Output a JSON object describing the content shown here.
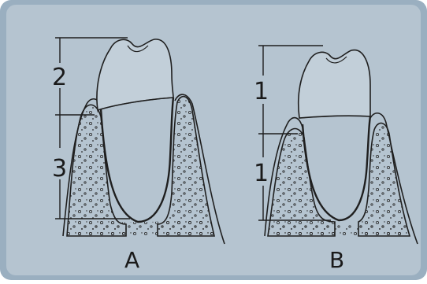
{
  "colors": {
    "outer_background": "#9aafc0",
    "panel_background": "#b5c4d0",
    "ink": "#1f1f1f"
  },
  "diagram_a": {
    "panel_label": "A",
    "crown_ratio_label": "2",
    "root_ratio_label": "3"
  },
  "diagram_b": {
    "panel_label": "B",
    "crown_ratio_label": "1",
    "root_ratio_label": "1"
  }
}
